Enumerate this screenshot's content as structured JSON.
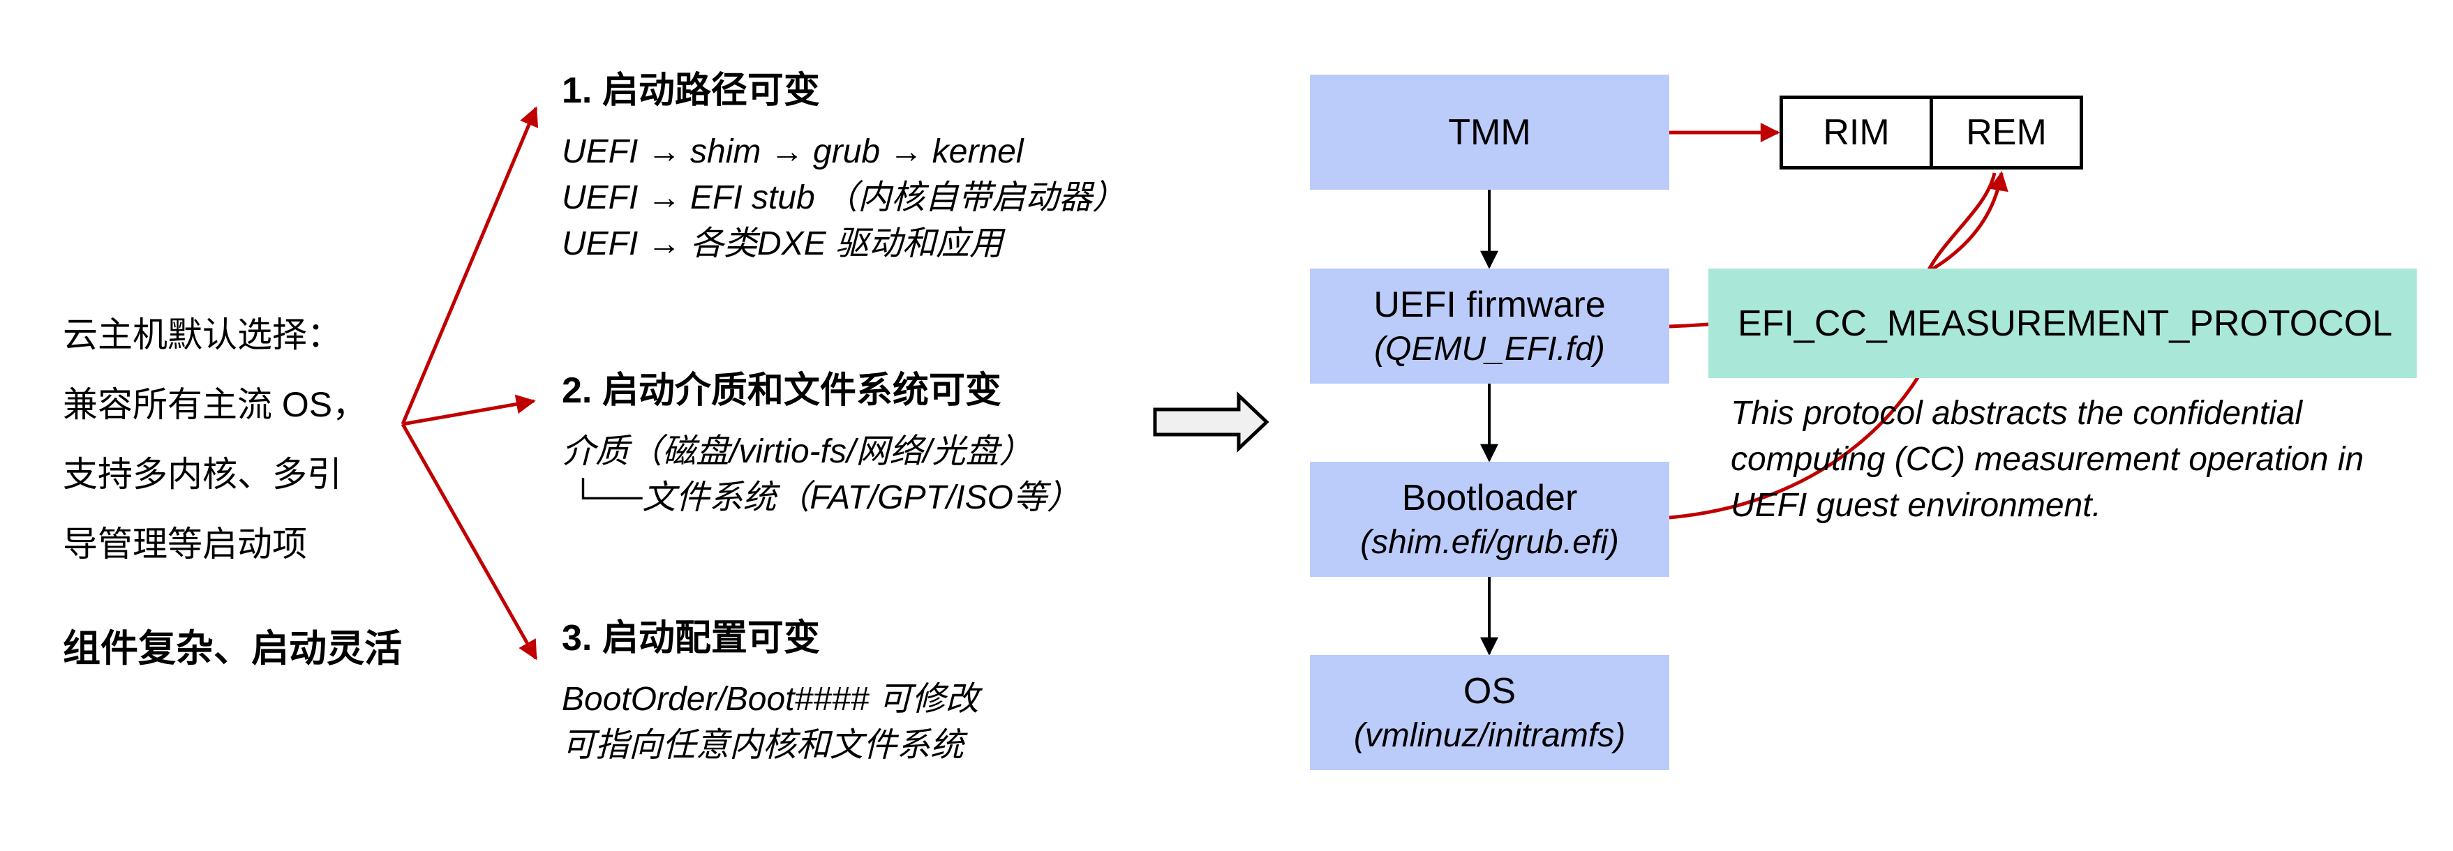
{
  "left_panel": {
    "lines": [
      "云主机默认选择：",
      "兼容所有主流 OS，",
      "支持多内核、多引",
      "导管理等启动项"
    ],
    "conclusion": "组件复杂、启动灵活"
  },
  "sections": [
    {
      "title": "1. 启动路径可变",
      "lines": [
        "UEFI → shim → grub → kernel",
        "UEFI → EFI stub （内核自带启动器）",
        "UEFI → 各类DXE 驱动和应用"
      ]
    },
    {
      "title": "2. 启动介质和文件系统可变",
      "lines": [
        "介质（磁盘/virtio-fs/网络/光盘）",
        " └──文件系统（FAT/GPT/ISO等）"
      ]
    },
    {
      "title": "3. 启动配置可变",
      "lines": [
        "BootOrder/Boot#### 可修改",
        "可指向任意内核和文件系统"
      ]
    }
  ],
  "flow": {
    "tmm": {
      "main": "TMM"
    },
    "uefi": {
      "main": "UEFI firmware",
      "sub": "(QEMU_EFI.fd)"
    },
    "bootloader": {
      "main": "Bootloader",
      "sub": "(shim.efi/grub.efi)"
    },
    "os": {
      "main": "OS",
      "sub": "(vmlinuz/initramfs)"
    }
  },
  "registers": {
    "rim": "RIM",
    "rem": "REM"
  },
  "protocol": {
    "name": "EFI_CC_MEASUREMENT_PROTOCOL",
    "description": "This protocol abstracts the confidential computing (CC) measurement operation in UEFI guest environment."
  },
  "colors": {
    "flow_box": "#BBCBFA",
    "protocol_box": "#A9E8D8",
    "accent_arrow": "#C00000",
    "flow_arrow": "#000000"
  }
}
